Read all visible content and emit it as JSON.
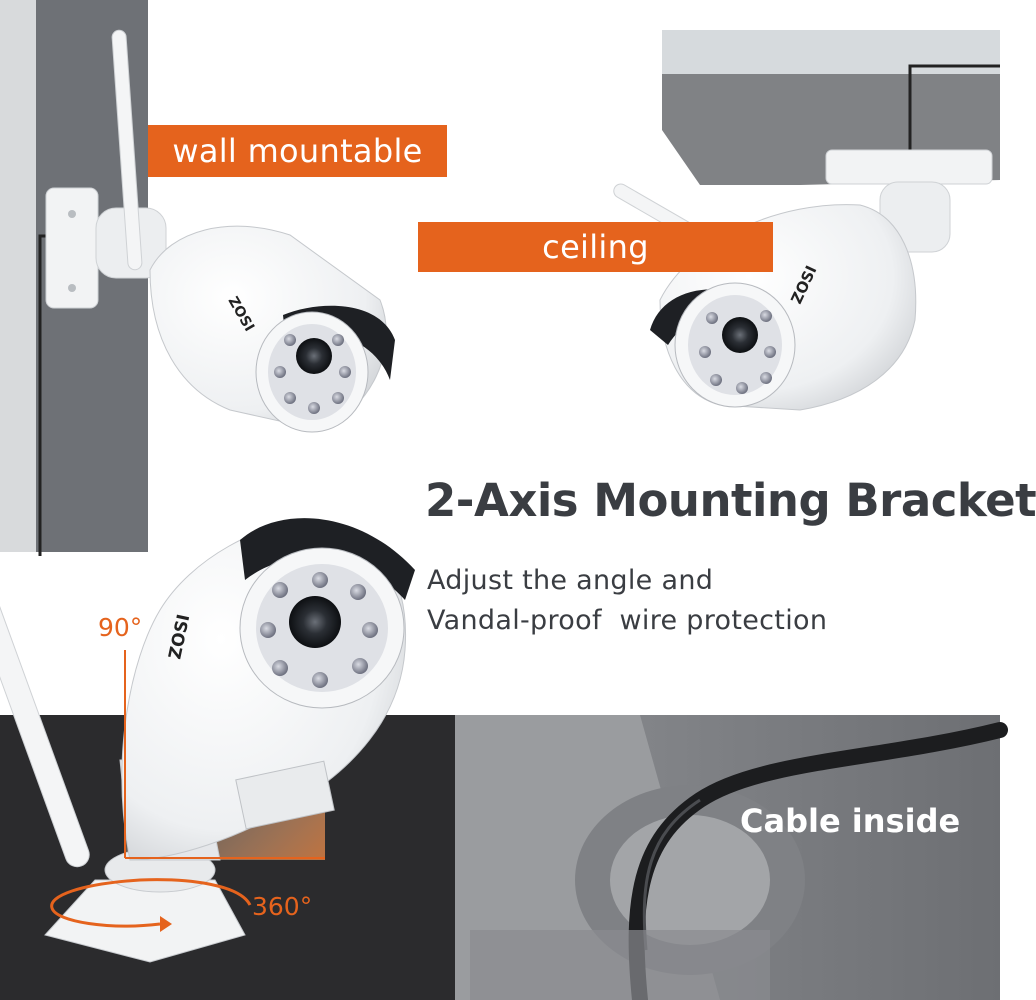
{
  "labels": {
    "wall_mountable": "wall mountable",
    "ceiling": "ceiling",
    "angle_vertical": "90°",
    "angle_rotation": "360°",
    "cable_inside": "Cable inside"
  },
  "headline": "2-Axis Mounting Bracket",
  "features": [
    "Adjust the angle and",
    "Vandal-proof  wire protection"
  ],
  "camera_brand": "ZOSI",
  "colors": {
    "accent_orange": "#e5631d",
    "headline_text": "#3a3d42",
    "wall_gray": "#6e7176",
    "ceiling_gray": "#808285",
    "dark_band": "#2b2b2d"
  },
  "icons": [
    "wall-camera-image",
    "ceiling-camera-image",
    "adjustable-camera-image",
    "rotation-arrow-icon",
    "cable-closeup-image"
  ]
}
